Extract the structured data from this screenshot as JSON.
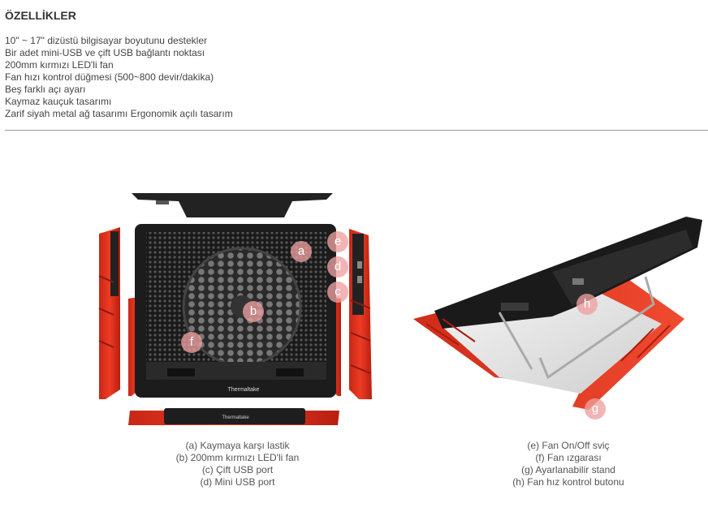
{
  "heading": "ÖZELLİKLER",
  "features": [
    "10\" ~ 17\" dizüstü bilgisayar boyutunu destekler",
    "Bir adet mini-USB ve çift USB bağlantı noktası",
    "200mm kırmızı LED'li fan",
    "Fan hızı kontrol düğmesi (500~800 devir/dakika)",
    "Beş farklı açı ayarı",
    "Kaymaz kauçuk tasarımı",
    "Zarif siyah metal ağ tasarımı Ergonomik açılı tasarım"
  ],
  "brand": "Thermaltake",
  "markers": {
    "a": "a",
    "b": "b",
    "c": "c",
    "d": "d",
    "e": "e",
    "f": "f",
    "g": "g",
    "h": "h"
  },
  "captions_left": [
    "(a) Kaymaya karşı lastik",
    "(b) 200mm kırmızı LED'li fan",
    "(c) Çift USB port",
    "(d) Mini USB port"
  ],
  "captions_right": [
    "(e) Fan On/Off sviç",
    "(f) Fan ızgarası",
    "(g) Ayarlanabilir stand",
    "(h) Fan hız kontrol butonu"
  ],
  "colors": {
    "accent_red": "#e0321f",
    "body_black": "#1c1c1c",
    "marker": "#eea0a0"
  }
}
